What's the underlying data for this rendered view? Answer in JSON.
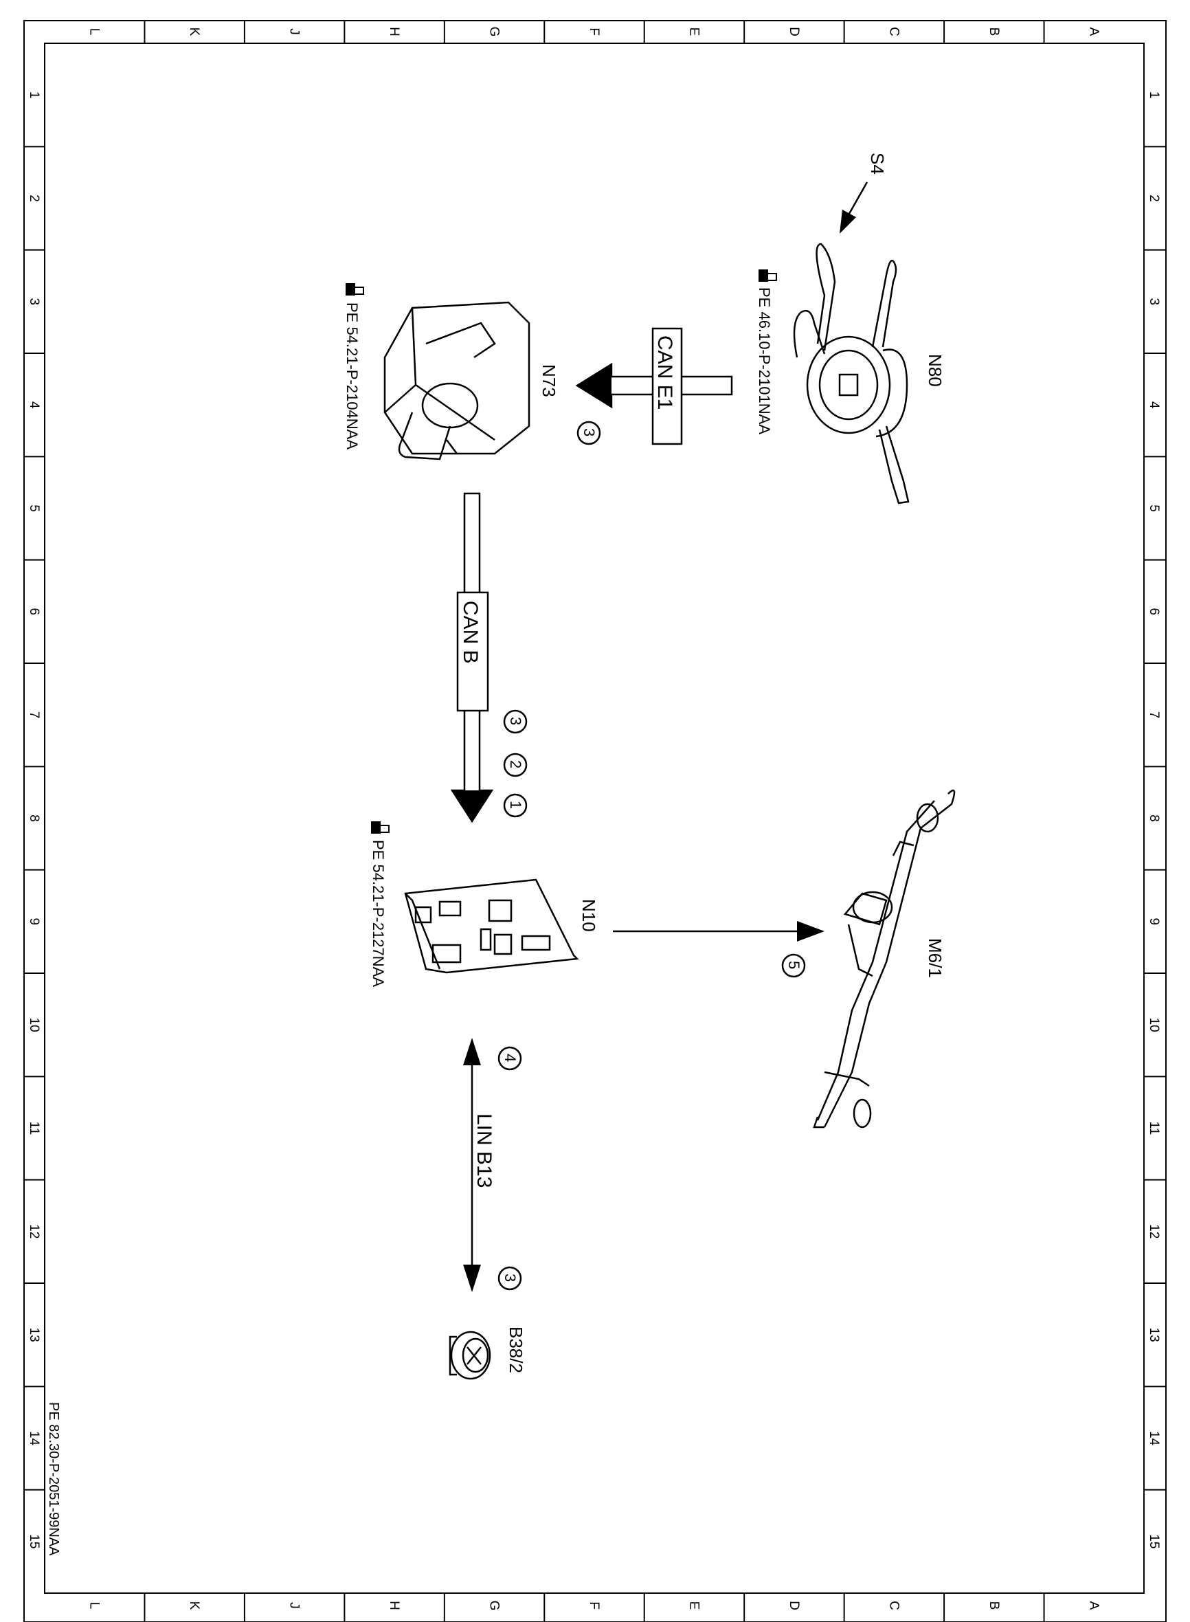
{
  "frame": {
    "columns": [
      "L",
      "K",
      "J",
      "H",
      "G",
      "F",
      "E",
      "D",
      "C",
      "B",
      "A"
    ],
    "rows": [
      "1",
      "2",
      "3",
      "4",
      "5",
      "6",
      "7",
      "8",
      "9",
      "10",
      "11",
      "12",
      "13",
      "14",
      "15"
    ],
    "drawing_code": "PE 82.30-P-2051-99NAA"
  },
  "components": {
    "n80": {
      "code": "N80",
      "ref": "PE 46.10-P-2101NAA"
    },
    "s4": {
      "code": "S4"
    },
    "n73": {
      "code": "N73",
      "ref": "PE 54.21-P-2104NAA"
    },
    "n10": {
      "code": "N10",
      "ref": "PE 54.21-P-2127NAA"
    },
    "m61": {
      "code": "M6/1"
    },
    "b382": {
      "code": "B38/2"
    }
  },
  "connections": {
    "can_e1": {
      "label": "CAN E1",
      "steps": [
        "3"
      ]
    },
    "can_b": {
      "label": "CAN B",
      "steps": [
        "3",
        "2",
        "1"
      ]
    },
    "n10_to_m61": {
      "steps": [
        "5"
      ]
    },
    "lin_b13": {
      "label": "LIN B13",
      "steps": [
        "4",
        "3"
      ]
    }
  },
  "icons": {
    "reference": "pointing-hand-book-icon"
  }
}
